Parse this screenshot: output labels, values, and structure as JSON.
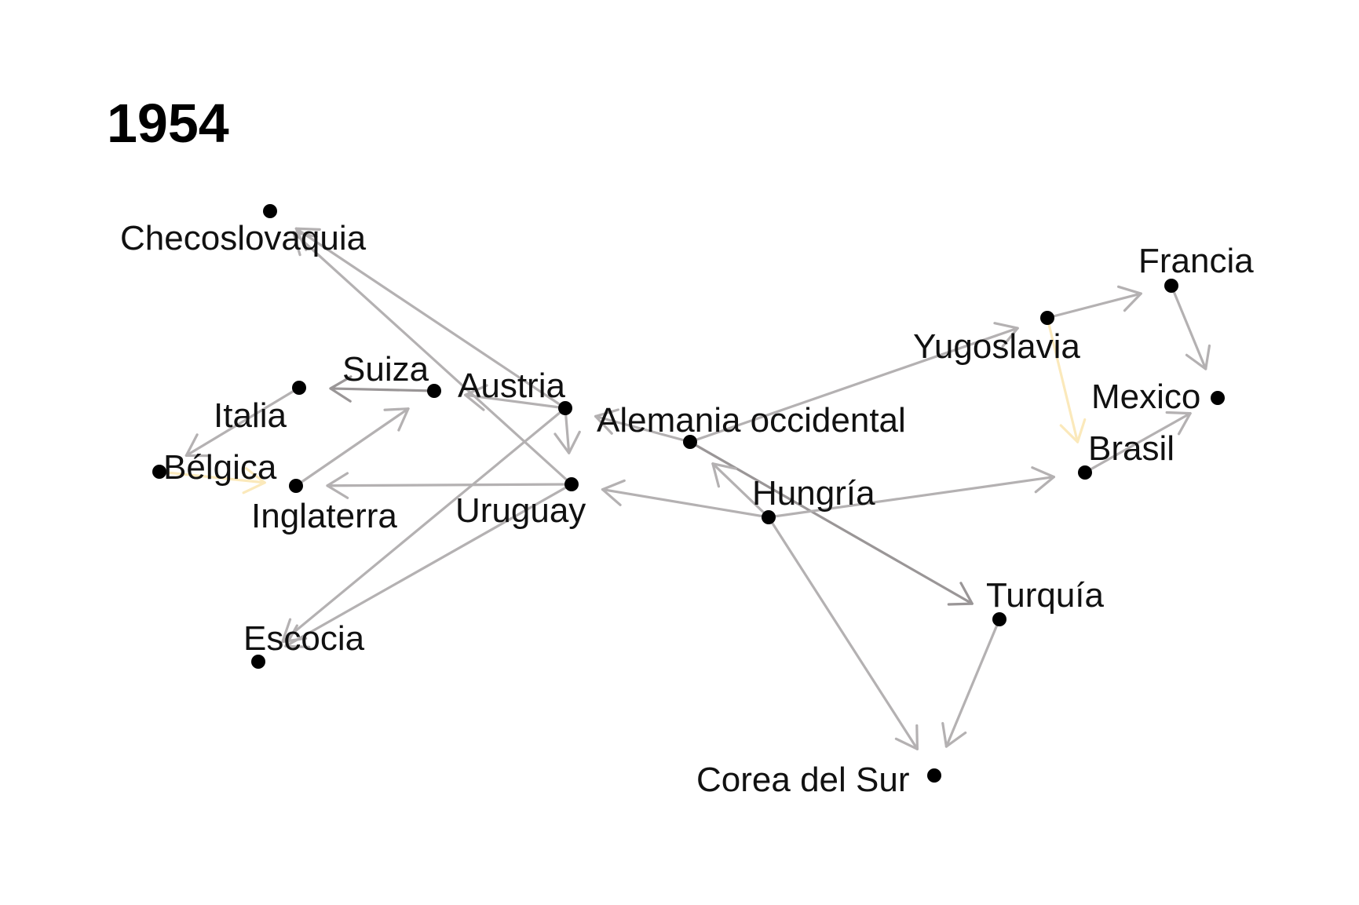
{
  "title": "1954",
  "colors": {
    "edge_default": "#b4b1b2",
    "edge_dark": "#9a9697",
    "edge_highlight": "#fbe9bb",
    "node": "#000000"
  },
  "nodes": [
    {
      "id": "checoslovaquia",
      "label": "Checoslovaquia"
    },
    {
      "id": "francia",
      "label": "Francia"
    },
    {
      "id": "yugoslavia",
      "label": "Yugoslavia"
    },
    {
      "id": "suiza",
      "label": "Suiza"
    },
    {
      "id": "austria",
      "label": "Austria"
    },
    {
      "id": "italia",
      "label": "Italia"
    },
    {
      "id": "mexico",
      "label": "Mexico"
    },
    {
      "id": "alemania",
      "label": "Alemania occidental"
    },
    {
      "id": "belgica",
      "label": "Bélgica"
    },
    {
      "id": "brasil",
      "label": "Brasil"
    },
    {
      "id": "hungria",
      "label": "Hungría"
    },
    {
      "id": "inglaterra",
      "label": "Inglaterra"
    },
    {
      "id": "uruguay",
      "label": "Uruguay"
    },
    {
      "id": "turquia",
      "label": "Turquía"
    },
    {
      "id": "escocia",
      "label": "Escocia"
    },
    {
      "id": "corea",
      "label": "Corea del Sur"
    }
  ],
  "edges": [
    {
      "from": "uruguay",
      "to": "checoslovaquia",
      "style": "default"
    },
    {
      "from": "austria",
      "to": "checoslovaquia",
      "style": "default"
    },
    {
      "from": "suiza",
      "to": "italia",
      "style": "dark"
    },
    {
      "from": "italia",
      "to": "belgica",
      "style": "default"
    },
    {
      "from": "belgica",
      "to": "inglaterra",
      "style": "highlight"
    },
    {
      "from": "inglaterra",
      "to": "suiza",
      "style": "default"
    },
    {
      "from": "uruguay",
      "to": "inglaterra",
      "style": "default"
    },
    {
      "from": "austria",
      "to": "suiza",
      "style": "default"
    },
    {
      "from": "austria",
      "to": "uruguay",
      "style": "default"
    },
    {
      "from": "austria",
      "to": "escocia",
      "style": "default"
    },
    {
      "from": "uruguay",
      "to": "escocia",
      "style": "default"
    },
    {
      "from": "alemania",
      "to": "austria",
      "style": "default"
    },
    {
      "from": "alemania",
      "to": "yugoslavia",
      "style": "default"
    },
    {
      "from": "alemania",
      "to": "turquia",
      "style": "dark"
    },
    {
      "from": "hungria",
      "to": "alemania",
      "style": "default"
    },
    {
      "from": "hungria",
      "to": "uruguay",
      "style": "default"
    },
    {
      "from": "hungria",
      "to": "brasil",
      "style": "default"
    },
    {
      "from": "hungria",
      "to": "corea",
      "style": "default"
    },
    {
      "from": "yugoslavia",
      "to": "francia",
      "style": "default"
    },
    {
      "from": "yugoslavia",
      "to": "brasil",
      "style": "highlight"
    },
    {
      "from": "francia",
      "to": "mexico",
      "style": "default"
    },
    {
      "from": "brasil",
      "to": "mexico",
      "style": "default"
    },
    {
      "from": "turquia",
      "to": "corea",
      "style": "default"
    }
  ]
}
